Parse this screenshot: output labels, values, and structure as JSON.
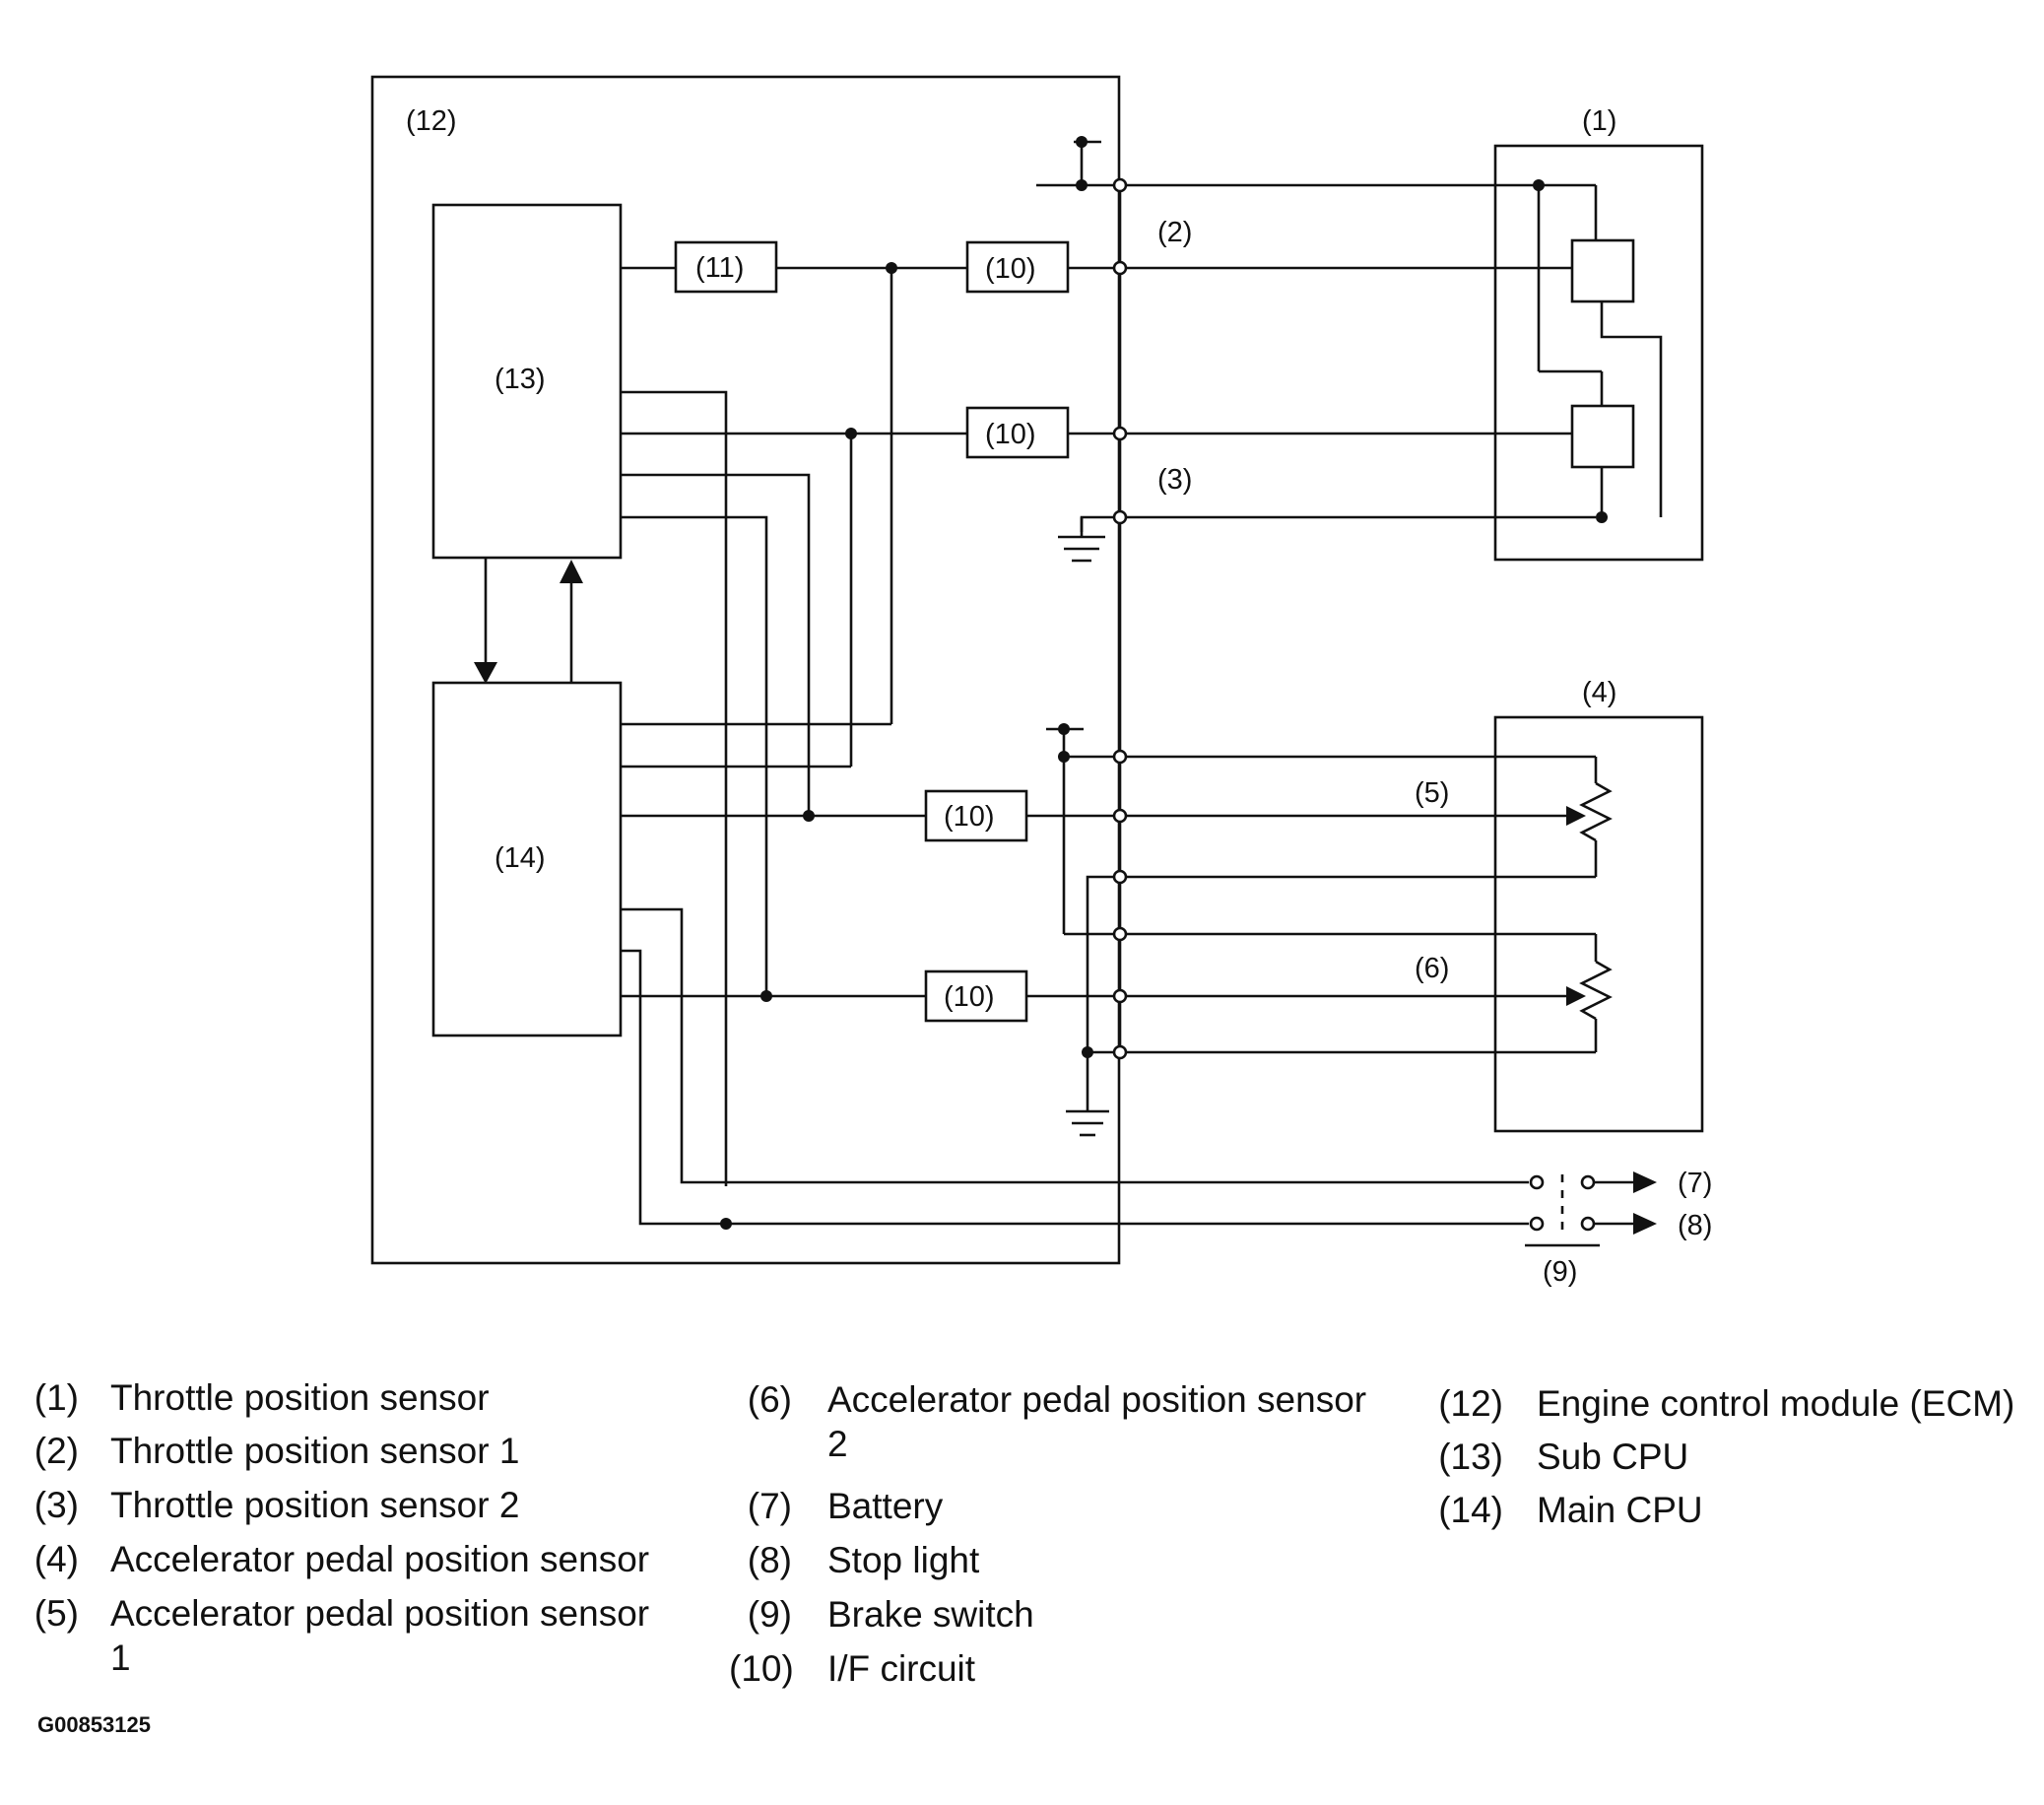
{
  "diagram": {
    "callouts": {
      "c1": "(1)",
      "c2": "(2)",
      "c3": "(3)",
      "c4": "(4)",
      "c5": "(5)",
      "c6": "(6)",
      "c7": "(7)",
      "c8": "(8)",
      "c9": "(9)",
      "c10a": "(10)",
      "c10b": "(10)",
      "c10c": "(10)",
      "c10d": "(10)",
      "c11": "(11)",
      "c12": "(12)",
      "c13": "(13)",
      "c14": "(14)"
    }
  },
  "legend": {
    "col1": [
      {
        "num": "(1)",
        "text": "Throttle position sensor"
      },
      {
        "num": "(2)",
        "text": "Throttle position sensor 1"
      },
      {
        "num": "(3)",
        "text": "Throttle position sensor 2"
      },
      {
        "num": "(4)",
        "text": "Accelerator pedal position sensor"
      },
      {
        "num": "(5)",
        "text": "Accelerator pedal position sensor",
        "text2": "1"
      }
    ],
    "col2": [
      {
        "num": "(6)",
        "text": "Accelerator pedal position sensor",
        "text2": "2"
      },
      {
        "num": "(7)",
        "text": "Battery"
      },
      {
        "num": "(8)",
        "text": "Stop light"
      },
      {
        "num": "(9)",
        "text": "Brake switch"
      },
      {
        "num": "(10)",
        "text": "I/F circuit"
      }
    ],
    "col3": [
      {
        "num": "(12)",
        "text": "Engine control module (ECM)"
      },
      {
        "num": "(13)",
        "text": "Sub CPU"
      },
      {
        "num": "(14)",
        "text": "Main CPU"
      }
    ]
  },
  "figure_id": "G00853125"
}
